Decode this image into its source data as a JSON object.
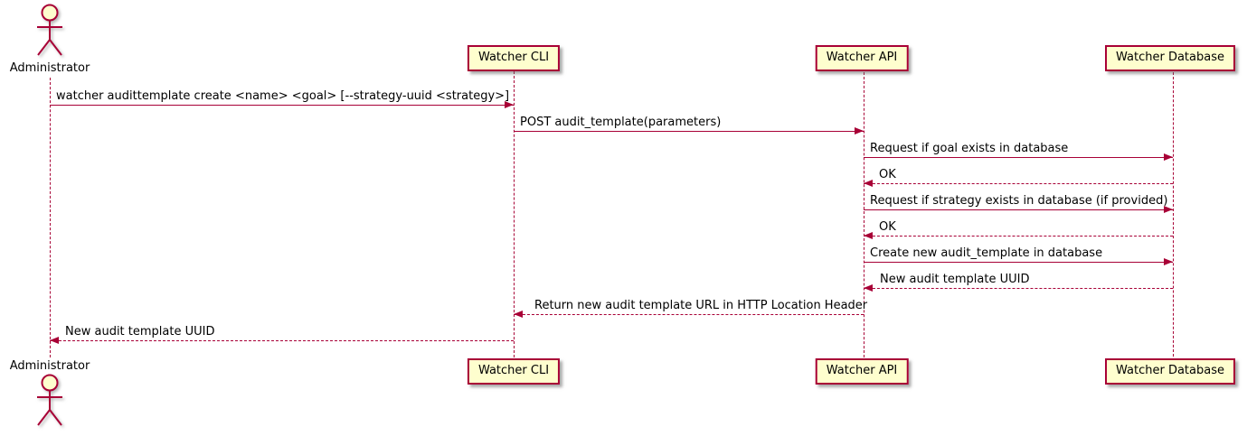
{
  "diagram": {
    "type": "uml-sequence",
    "colors": {
      "line": "#A80036",
      "participant_fill": "#FEFECE",
      "text": "#000000",
      "background": "#FFFFFF"
    },
    "actor": {
      "name": "Administrator"
    },
    "participants": [
      {
        "label": "Watcher CLI"
      },
      {
        "label": "Watcher API"
      },
      {
        "label": "Watcher Database"
      }
    ],
    "messages": [
      {
        "from": "Administrator",
        "to": "Watcher CLI",
        "style": "solid",
        "label": "watcher audittemplate create <name> <goal> [--strategy-uuid <strategy>]"
      },
      {
        "from": "Watcher CLI",
        "to": "Watcher API",
        "style": "solid",
        "label": "POST audit_template(parameters)"
      },
      {
        "from": "Watcher API",
        "to": "Watcher Database",
        "style": "solid",
        "label": "Request if goal exists in database"
      },
      {
        "from": "Watcher Database",
        "to": "Watcher API",
        "style": "dashed",
        "label": "OK"
      },
      {
        "from": "Watcher API",
        "to": "Watcher Database",
        "style": "solid",
        "label": "Request if strategy exists in database (if provided)"
      },
      {
        "from": "Watcher Database",
        "to": "Watcher API",
        "style": "dashed",
        "label": "OK"
      },
      {
        "from": "Watcher API",
        "to": "Watcher Database",
        "style": "solid",
        "label": "Create new audit_template in database"
      },
      {
        "from": "Watcher Database",
        "to": "Watcher API",
        "style": "dashed",
        "label": "New audit template UUID"
      },
      {
        "from": "Watcher API",
        "to": "Watcher CLI",
        "style": "dashed",
        "label": "Return new audit template URL in HTTP Location Header"
      },
      {
        "from": "Watcher CLI",
        "to": "Administrator",
        "style": "dashed",
        "label": "New audit template UUID"
      }
    ]
  }
}
